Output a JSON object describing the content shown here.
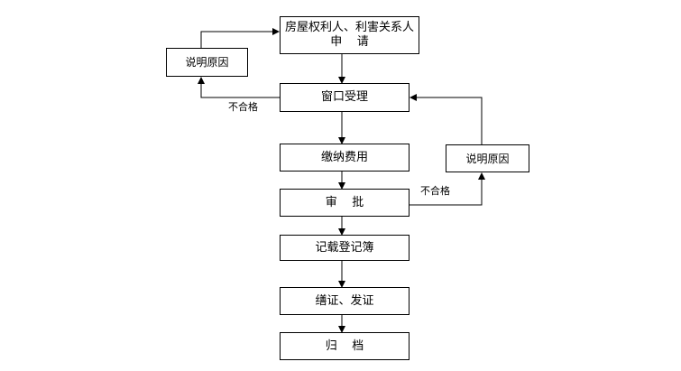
{
  "flowchart": {
    "apply": {
      "line1": "房屋权利人、利害关系人",
      "line2": "申    请"
    },
    "accept": "窗口受理",
    "fee": "缴纳费用",
    "approve": "审    批",
    "register": "记载登记簿",
    "certificate": "缮证、发证",
    "archive": "归    档",
    "reason_left": "说明原因",
    "reason_right": "说明原因",
    "fail_left": "不合格",
    "fail_right": "不合格"
  }
}
